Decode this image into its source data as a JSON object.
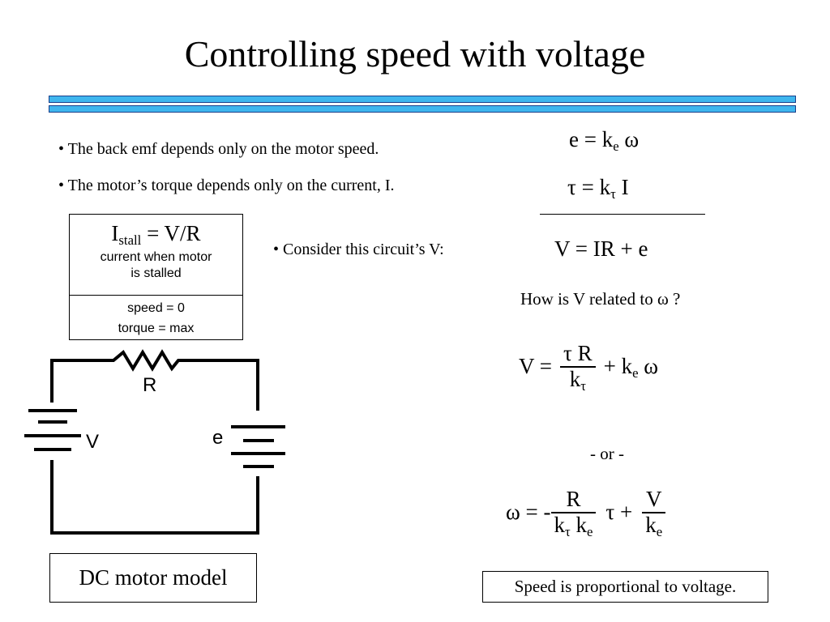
{
  "slide": {
    "title": "Controlling speed with voltage",
    "bullets": [
      "• The back emf depends only on the motor speed.",
      "• The motor’s torque depends only on the current, I.",
      "• Consider this circuit’s V:"
    ],
    "equations": {
      "e_lhs": "e = k",
      "e_sub": "e",
      "e_rhs": " ω",
      "tau_lhs": "τ = k",
      "tau_sub": "τ",
      "tau_rhs": " I",
      "v_eq": "V = IR + e",
      "question": "How is V related to ω ?",
      "v2_lhs": "V = ",
      "v2_num": "τ R",
      "v2_den": "k",
      "v2_den_sub": "τ",
      "v2_rhs": "+ k",
      "v2_rhs_sub": "e",
      "v2_rhs_end": " ω",
      "or": "- or -",
      "w_lhs": "ω = -",
      "w_num1": "R",
      "w_den1_a": "k",
      "w_den1_a_sub": "τ",
      "w_den1_b": " k",
      "w_den1_b_sub": "e",
      "w_mid": "τ +",
      "w_num2": "V",
      "w_den2": "k",
      "w_den2_sub": "e"
    },
    "stall_box": {
      "label": "I",
      "label_sub": "stall",
      "label_rhs": " = V/R",
      "desc_line1": "current when motor",
      "desc_line2": "is stalled",
      "speed": "speed = 0",
      "torque": "torque = max"
    },
    "circuit": {
      "resistor_label": "R",
      "source_label": "V",
      "emf_label": "e"
    },
    "caption": "DC motor model",
    "conclusion": "Speed is proportional to voltage.",
    "colors": {
      "rule_fill": "#3fb6ee",
      "rule_border": "#1a3f8a"
    }
  }
}
